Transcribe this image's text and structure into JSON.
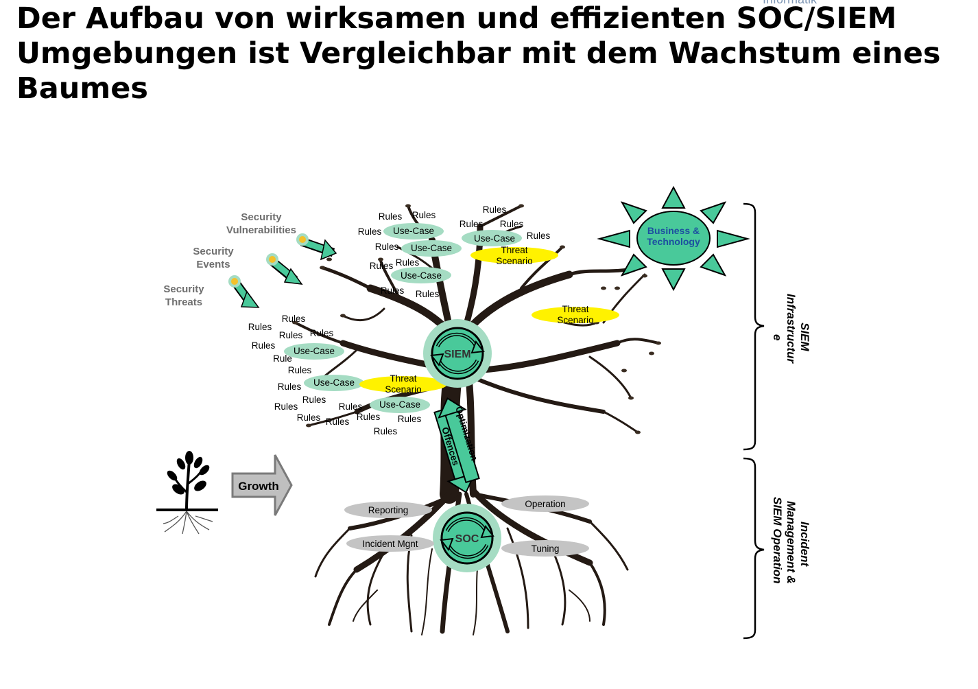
{
  "title": "Der Aufbau von wirksamen und effizienten SOC/SIEM Umgebungen ist Vergleichbar mit dem Wachstum eines Baumes",
  "header_fragment": "Informatik",
  "inputs": [
    {
      "line1": "Security",
      "line2": "Vulnerabilities"
    },
    {
      "line1": "Security",
      "line2": "Events"
    },
    {
      "line1": "Security",
      "line2": "Threats"
    }
  ],
  "sun_label": {
    "line1": "Business &",
    "line2": "Technology"
  },
  "siem_label": "SIEM",
  "soc_label": "SOC",
  "growth_label": "Growth",
  "offences_label": "Offences",
  "optimization_label": "Optimization",
  "use_case_label": "Use-Case",
  "threat_scenario": {
    "line1": "Threat",
    "line2": "Scenario"
  },
  "rules_label": "Rules",
  "rule_label": "Rule",
  "roots": [
    "Reporting",
    "Operation",
    "Incident Mgnt",
    "Tuning"
  ],
  "bracket_top": {
    "line1": "SIEM",
    "line2": "Infrastructur",
    "line3": "e"
  },
  "bracket_bottom": {
    "line1": "Incident",
    "line2": "Management &",
    "line3": "SIEM Operation"
  },
  "colors": {
    "teal": "#49c99a",
    "teal_light": "#a5dcc3",
    "yellow": "#fff200",
    "grey_oval": "#c4c4c4",
    "tree": "#241a14"
  }
}
